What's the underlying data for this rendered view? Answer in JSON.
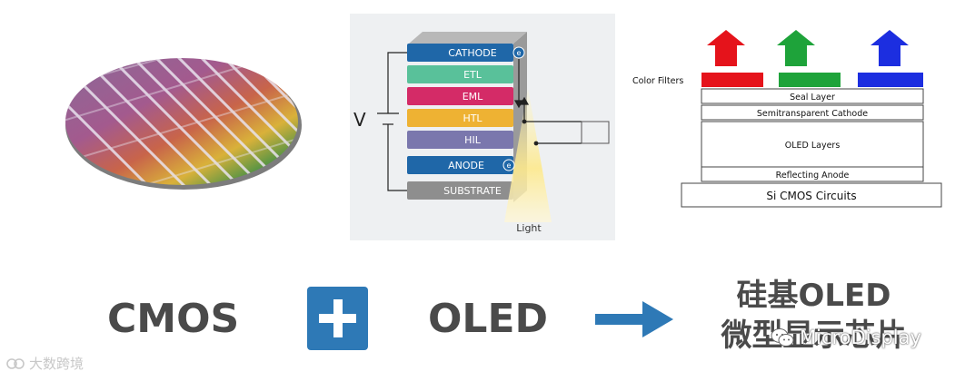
{
  "stack": {
    "voltage_label": "V",
    "layers": [
      {
        "label": "CATHODE",
        "color": "#1f67a8"
      },
      {
        "label": "ETL",
        "color": "#59c19a"
      },
      {
        "label": "EML",
        "color": "#d42b67"
      },
      {
        "label": "HTL",
        "color": "#eeb233"
      },
      {
        "label": "HIL",
        "color": "#7a77ad"
      },
      {
        "label": "ANODE",
        "color": "#1f67a8"
      },
      {
        "label": "SUBSTRATE",
        "color": "#8e8e8e"
      }
    ],
    "electron_symbol": "e",
    "light_label": "Light"
  },
  "cross_section": {
    "color_filters_label": "Color Filters",
    "filters": [
      {
        "color": "#e5131b"
      },
      {
        "color": "#1ea33a"
      },
      {
        "color": "#1c2ee0"
      }
    ],
    "layers": [
      {
        "label": "Seal Layer"
      },
      {
        "label": "Semitransparent Cathode"
      },
      {
        "label": "OLED Layers"
      },
      {
        "label": "Reflecting Anode"
      },
      {
        "label": "Si CMOS Circuits"
      }
    ]
  },
  "equation": {
    "left": "CMOS",
    "middle": "OLED",
    "result_line1": "硅基OLED",
    "result_line2": "微型显示芯片"
  },
  "watermarks": {
    "left": "大数跨境",
    "right": "MicroDisplay"
  },
  "colors": {
    "accent_blue": "#2e79b6",
    "text_gray": "#4a4a4a"
  }
}
